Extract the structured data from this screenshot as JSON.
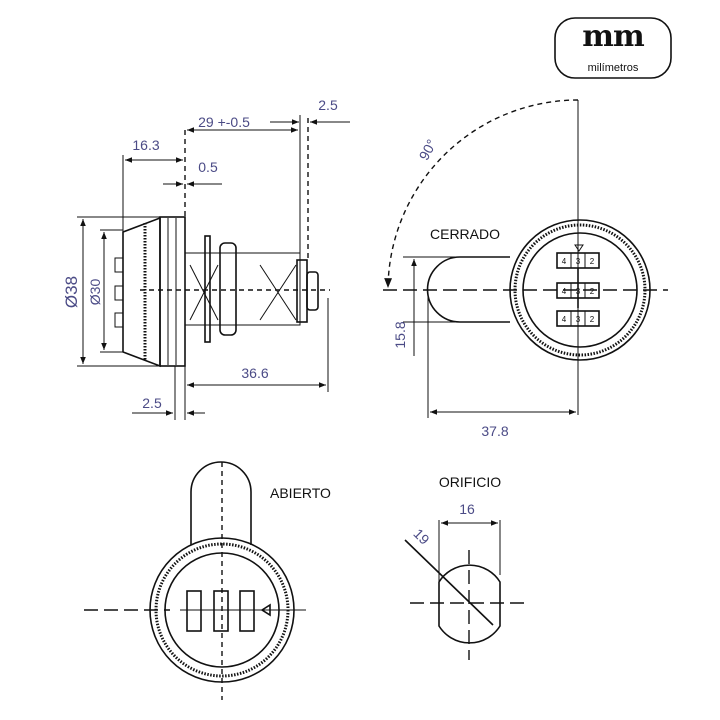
{
  "logo": {
    "mark": "mm",
    "subtitle": "milímetros"
  },
  "labels": {
    "closed": "CERRADO",
    "open": "ABIERTO",
    "hole": "ORIFICIO"
  },
  "side_view": {
    "outer_diameter": "Ø38",
    "inner_diameter": "Ø30",
    "body_length": "29 +-0.5",
    "end_thickness": "2.5",
    "front_depth": "16.3",
    "gap": "0.5",
    "overall_length": "36.6",
    "flange_thickness": "2.5"
  },
  "closed_view": {
    "rotation": "90°",
    "bolt_width": "15.8",
    "bolt_reach": "37.8",
    "dial_digits": [
      [
        "4",
        "3",
        "2"
      ],
      [
        "4",
        "3",
        "2"
      ],
      [
        "4",
        "3",
        "2"
      ]
    ]
  },
  "hole_view": {
    "flat_width": "16",
    "diameter": "19"
  },
  "colors": {
    "dimension_text": "#4b4b86",
    "lines": "#111111"
  }
}
